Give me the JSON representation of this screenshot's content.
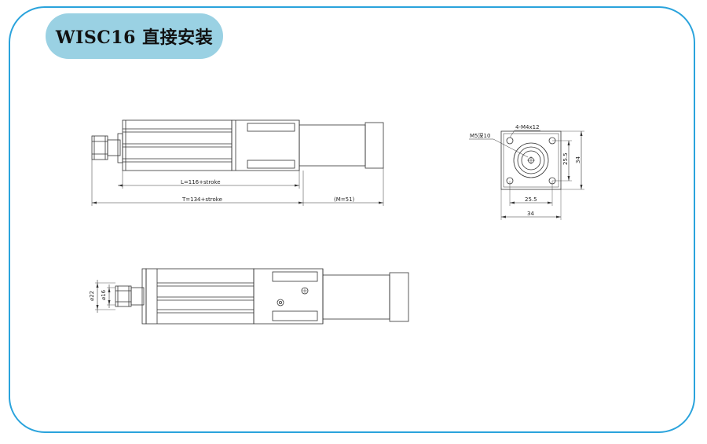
{
  "title": "WISC16 直接安装",
  "colors": {
    "frame": "#2aa3dc",
    "pill": "#9ad1e3",
    "line": "#333333"
  },
  "side_view": {
    "dim_l": "L=116+stroke",
    "dim_t": "T=134+stroke",
    "dim_m": "(M=51)"
  },
  "end_view": {
    "label_thread": "M5深10",
    "label_holes": "4-M4x12",
    "dim_inner_v": "25.5",
    "dim_outer_v": "34",
    "dim_inner_h": "25.5",
    "dim_outer_h": "34"
  },
  "top_view": {
    "dim_d22": "⌀22",
    "dim_d16": "⌀16"
  }
}
